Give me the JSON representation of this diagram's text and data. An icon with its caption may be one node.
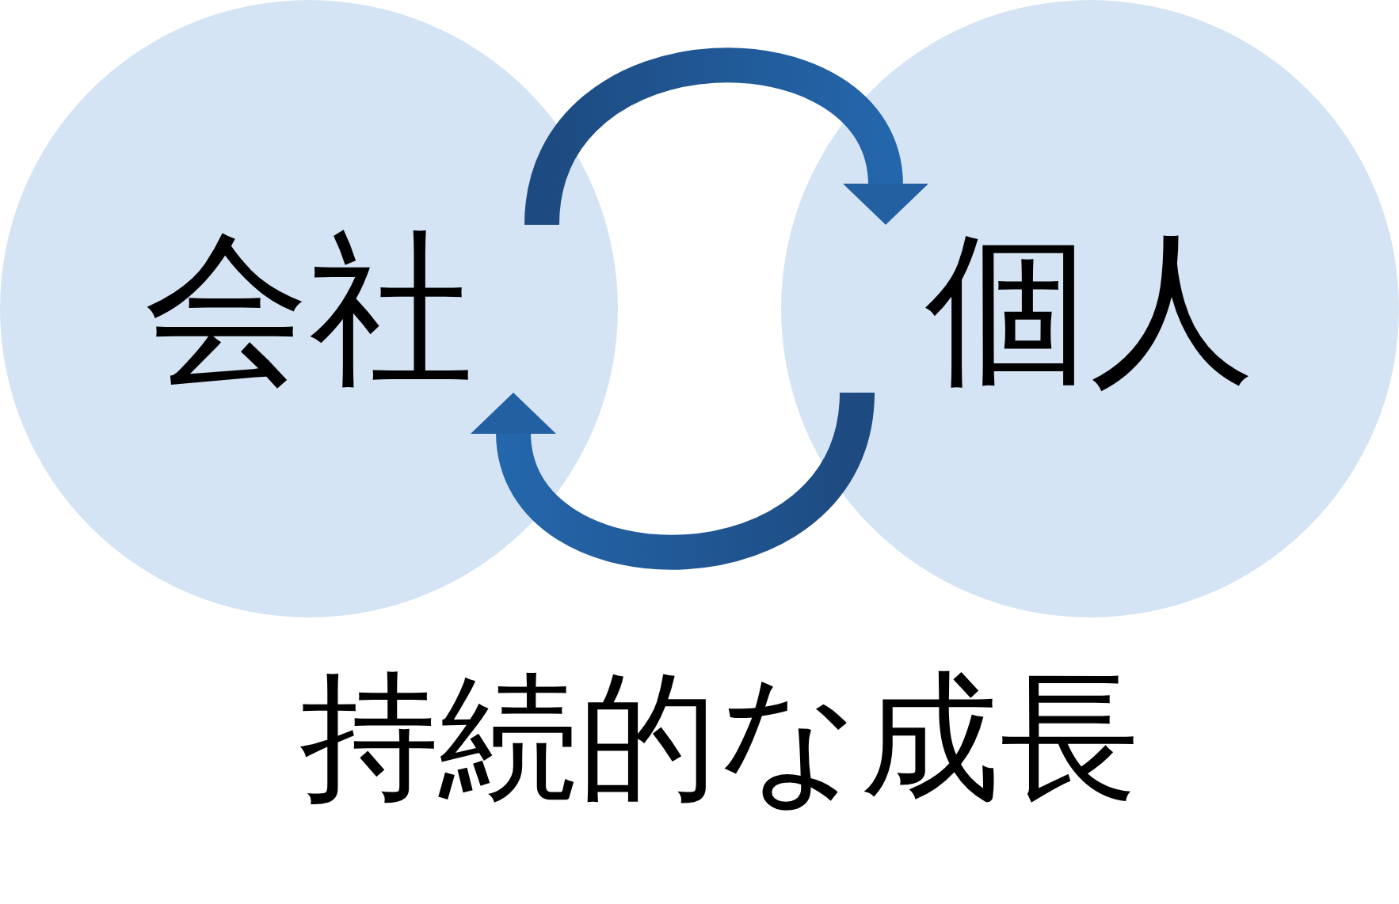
{
  "diagram": {
    "nodes": [
      {
        "text": [
          "会社"
        ]
      },
      {
        "text": [
          "個人"
        ]
      }
    ],
    "edges": [
      {
        "from": 0,
        "to": 1,
        "arrow": "to"
      },
      {
        "from": 1,
        "to": 0,
        "arrow": "to"
      }
    ],
    "labels": [
      "持続的な成長"
    ]
  }
}
